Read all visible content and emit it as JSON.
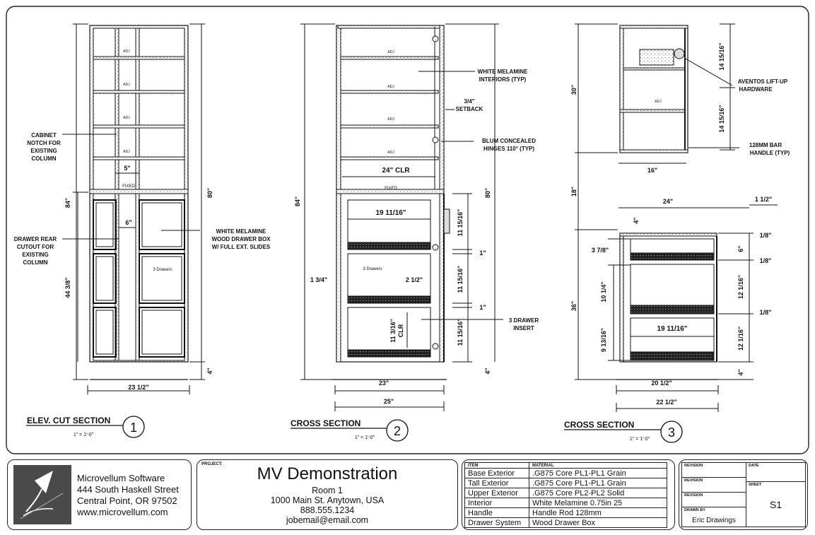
{
  "views": [
    {
      "title": "ELEV. CUT SECTION",
      "scale": "1\" = 1'-0\"",
      "number": "1",
      "labels": {
        "adj": "ADJ",
        "fixed": "FIXED",
        "cabinet_notch": [
          "CABINET",
          "NOTCH FOR",
          "EXISTING",
          "COLUMN"
        ],
        "drawer_rear": [
          "DRAWER REAR",
          "CUTOUT FOR",
          "EXISTING",
          "COLUMN"
        ],
        "drawer_box": [
          "WHITE MELAMINE",
          "WOOD DRAWER BOX",
          "W/ FULL EXT. SLIDES"
        ],
        "drawers": "3 Drawers"
      },
      "dims": {
        "d5": "5\"",
        "d6": "6\"",
        "d84": "84\"",
        "d80": "80\"",
        "d44": "44 3/8\"",
        "d4": "4\"",
        "d23": "23 1/2\""
      }
    },
    {
      "title": "CROSS SECTION",
      "scale": "1\" = 1'-0\"",
      "number": "2",
      "labels": {
        "adj": "ADJ",
        "fixed": "FIXED",
        "interiors": [
          "WHITE MELAMINE",
          "INTERIORS (TYP)"
        ],
        "setback": [
          "3/4\"",
          "SETBACK"
        ],
        "hinges": [
          "BLUM CONCEALED",
          "HINGES 110° (TYP)"
        ],
        "insert": [
          "3 DRAWER",
          "INSERT"
        ],
        "drawers": "3 Drawers",
        "clr": "CLR"
      },
      "dims": {
        "d24clr": "24\" CLR",
        "d19": "19 11/16\"",
        "d11a": "11 15/16\"",
        "d11b": "11 15/16\"",
        "d11c": "11 15/16\"",
        "d1a": "1\"",
        "d1b": "1\"",
        "d134": "1 3/4\"",
        "d212": "2 1/2\"",
        "d113": "11 3/16\"",
        "d84": "84\"",
        "d80": "80\"",
        "d4": "4\"",
        "d23": "23\"",
        "d25": "25\""
      }
    },
    {
      "title": "CROSS SECTION",
      "scale": "1\" = 1'-0\"",
      "number": "3",
      "labels": {
        "adj": "ADJ",
        "aventos": [
          "AVENTOS LIFT-UP",
          "HARDWARE"
        ],
        "handle": [
          "128MM BAR",
          "HANDLE (TYP)"
        ]
      },
      "dims": {
        "d14a": "14 15/16\"",
        "d14b": "14 15/16\"",
        "d30": "30\"",
        "d16": "16\"",
        "d18": "18\"",
        "d24": "24\"",
        "d112": "1 1/2\"",
        "d4top": "4\"",
        "d378": "3 7/8\"",
        "d18a": "1/8\"",
        "d18b": "1/8\"",
        "d18c": "1/8\"",
        "d6": "6\"",
        "d104": "10 1/4\"",
        "d12a": "12 1/16\"",
        "d12b": "12 1/16\"",
        "d36": "36\"",
        "d19": "19 11/16\"",
        "d913": "9 13/16\"",
        "d4": "4\"",
        "d20": "20 1/2\"",
        "d22": "22 1/2\""
      }
    }
  ],
  "company": {
    "name": "Microvellum Software",
    "address": "444 South Haskell Street",
    "city": "Central Point, OR 97502",
    "website": "www.microvellum.com"
  },
  "project": {
    "label": "PROJECT:",
    "name": "MV Demonstration",
    "room": "Room 1",
    "address": "1000 Main St. Anytown, USA",
    "phone": "888.555.1234",
    "email": "jobemail@email.com"
  },
  "materials": {
    "header_item": "ITEM",
    "header_material": "MATERIAL",
    "rows": [
      {
        "item": "Base Exterior",
        "material": ".G875 Core PL1-PL1 Grain"
      },
      {
        "item": "Tall Exterior",
        "material": ".G875 Core PL1-PL1 Grain"
      },
      {
        "item": "Upper Exterior",
        "material": ".G875 Core PL2-PL2 Solid"
      },
      {
        "item": "Interior",
        "material": "White Melamine 0.75in 25"
      },
      {
        "item": "Handle",
        "material": "Handle Rod 128mm"
      },
      {
        "item": "Drawer System",
        "material": "Wood Drawer Box"
      }
    ]
  },
  "revision": {
    "revision_label": "REVISION",
    "date_label": "DATE",
    "sheet_label": "SHEET",
    "drawn_by_label": "DRAWN BY",
    "sheet": "S1",
    "drawn_by": "Eric Drawings"
  }
}
